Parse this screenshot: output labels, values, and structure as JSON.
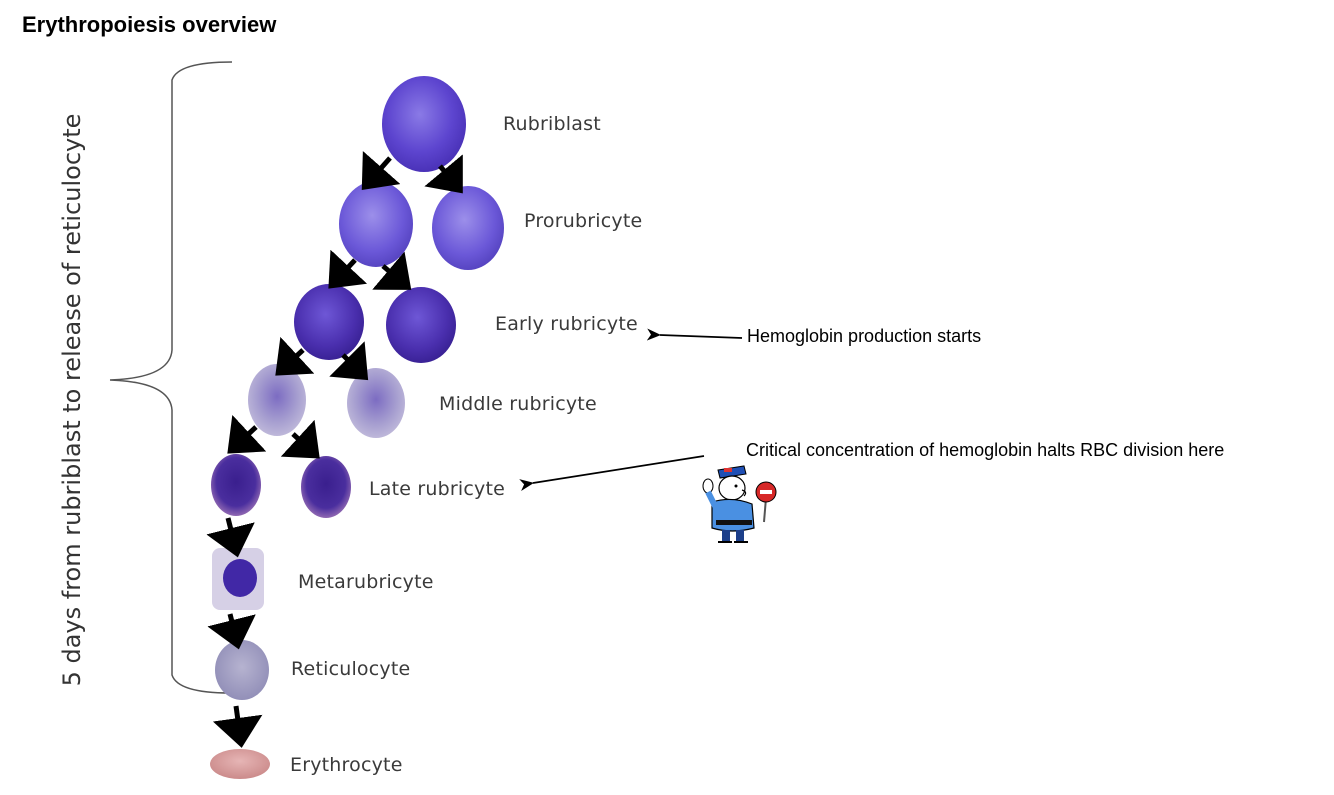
{
  "title": "Erythropoiesis overview",
  "side_label": "5 days  from rubriblast to release of reticulocyte",
  "stages": {
    "rubriblast": "Rubriblast",
    "prorubricyte": "Prorubricyte",
    "early_rubricyte": "Early rubricyte",
    "middle_rubricyte": "Middle rubricyte",
    "late_rubricyte": "Late rubricyte",
    "metarubricyte": "Metarubricyte",
    "reticulocyte": "Reticulocyte",
    "erythrocyte": "Erythrocyte"
  },
  "annotations": {
    "hemoglobin_start": "Hemoglobin production starts",
    "critical_concentration": "Critical concentration of hemoglobin halts RBC division here"
  },
  "colors": {
    "dark_violet": "#4b2fb0",
    "mid_violet": "#6a55d8",
    "pale_violet": "#9d93c8",
    "reticulocyte": "#a8a6c6",
    "erythrocyte": "#d9a0a0",
    "arrow": "#000000"
  },
  "icons": [
    "traffic-police-stop-sign-icon"
  ]
}
